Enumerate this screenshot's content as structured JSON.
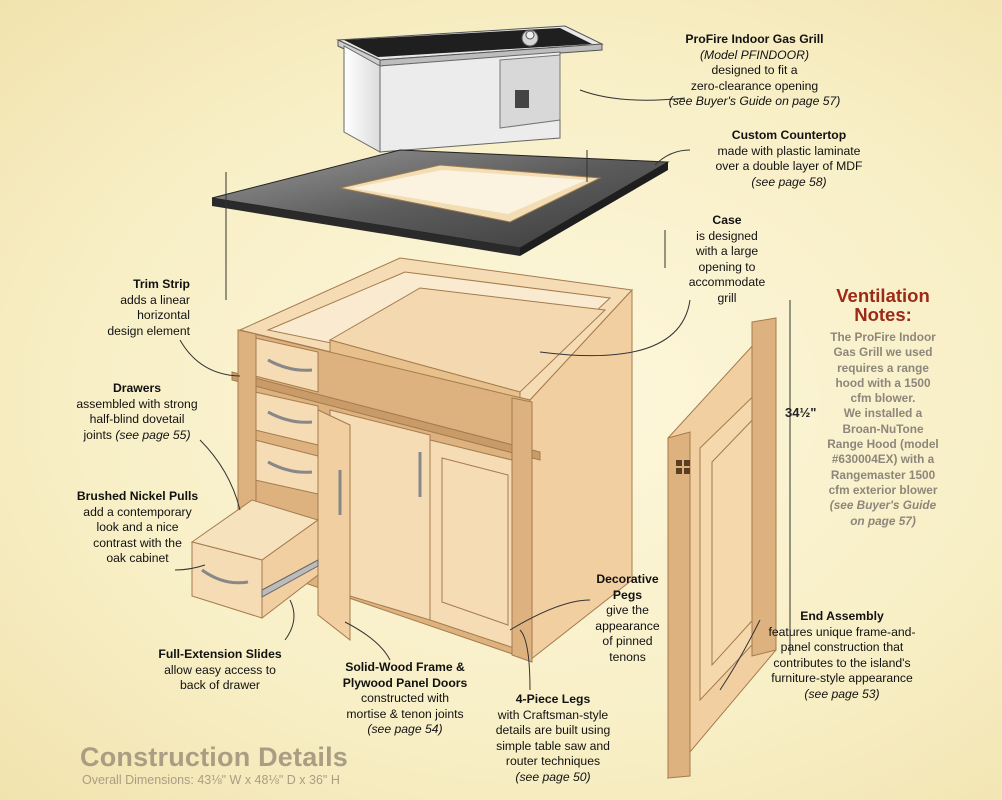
{
  "callouts": {
    "grill": {
      "title": "ProFire Indoor Gas Grill",
      "model": "(Model PFINDOOR)",
      "desc1": "designed to fit a",
      "desc2": "zero-clearance opening",
      "ref": "(see Buyer's Guide on page 57)"
    },
    "countertop": {
      "title": "Custom Countertop",
      "desc1": "made with plastic laminate",
      "desc2": "over a double layer of MDF",
      "ref": "(see page 58)"
    },
    "case": {
      "title": "Case",
      "desc1": "is designed",
      "desc2": "with a large",
      "desc3": "opening to",
      "desc4": "accommodate",
      "desc5": "grill"
    },
    "trim": {
      "title": "Trim Strip",
      "desc1": "adds a linear",
      "desc2": "horizontal",
      "desc3": "design element"
    },
    "drawers": {
      "title": "Drawers",
      "desc1": "assembled with strong",
      "desc2": "half-blind dovetail",
      "desc3": "joints",
      "ref": "(see page 55)"
    },
    "pulls": {
      "title": "Brushed Nickel Pulls",
      "desc1": "add a contemporary",
      "desc2": "look and a nice",
      "desc3": "contrast with the",
      "desc4": "oak cabinet"
    },
    "slides": {
      "title": "Full-Extension Slides",
      "desc1": "allow easy access to",
      "desc2": "back of drawer"
    },
    "doors": {
      "title1": "Solid-Wood Frame &",
      "title2": "Plywood Panel Doors",
      "desc1": "constructed with",
      "desc2": "mortise & tenon joints",
      "ref": "(see page 54)"
    },
    "legs": {
      "title": "4-Piece Legs",
      "desc1": "with Craftsman-style",
      "desc2": "details are built using",
      "desc3": "simple table saw and",
      "desc4": "router techniques",
      "ref": "(see page 50)"
    },
    "pegs": {
      "title1": "Decorative",
      "title2": "Pegs",
      "desc1": "give the",
      "desc2": "appearance",
      "desc3": "of pinned",
      "desc4": "tenons"
    },
    "end": {
      "title": "End Assembly",
      "desc1": "features unique frame-and-",
      "desc2": "panel construction that",
      "desc3": "contributes to the island's",
      "desc4": "furniture-style appearance",
      "ref": "(see page 53)"
    }
  },
  "ventilation": {
    "title1": "Ventilation",
    "title2": "Notes:",
    "lines": [
      "The ProFire Indoor",
      "Gas Grill we used",
      "requires a range",
      "hood with a 1500",
      "cfm blower.",
      "We installed a",
      "Broan-NuTone",
      "Range Hood (model",
      "#630004EX) with a",
      "Rangemaster 1500",
      "cfm exterior blower"
    ],
    "ref1": "(see Buyer's Guide",
    "ref2": "on page 57)"
  },
  "dimension": "34½\"",
  "footer": {
    "title": "Construction Details",
    "subtitle": "Overall Dimensions: 43⅛\" W x 48⅛\" D x 36\" H"
  },
  "colors": {
    "vent_title": "#9b2a17",
    "vent_text": "#8d867a",
    "footer_text": "#a99e84",
    "wood": "#f1cfa0",
    "countertop": "#3e3e3e"
  }
}
